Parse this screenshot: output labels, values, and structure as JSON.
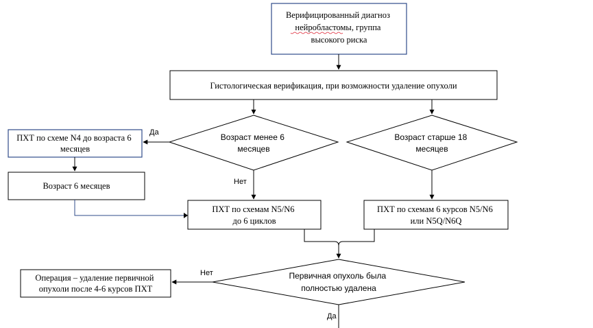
{
  "nodes": {
    "diagnosis": [
      "Верифицированный диагноз",
      "нейробластомы, группа",
      "высокого риска"
    ],
    "histology": [
      "Гистологическая верификация, при возможности удаление опухоли"
    ],
    "age_under_6": [
      "Возраст менее 6",
      "месяцев"
    ],
    "age_over_18": [
      "Возраст старше 18",
      "месяцев"
    ],
    "n4_chemo": [
      "ПХТ по схеме N4 до возраста 6",
      "месяцев"
    ],
    "age_6_months": [
      "Возраст 6 месяцев"
    ],
    "n5n6_chemo": [
      "ПХТ по схемам N5/N6",
      "до 6 циклов"
    ],
    "n5n6_6_courses": [
      "ПХТ по схемам 6 курсов N5/N6",
      "или N5Q/N6Q"
    ],
    "tumor_removed": [
      "Первичная опухоль была",
      "полностью удалена"
    ],
    "surgery": [
      "Операция – удаление первичной",
      "опухоли после 4-6 курсов ПХТ"
    ]
  },
  "edge_labels": {
    "yes_1": "Да",
    "no_1": "Нет",
    "no_2": "Нет",
    "yes_2": "Да"
  }
}
